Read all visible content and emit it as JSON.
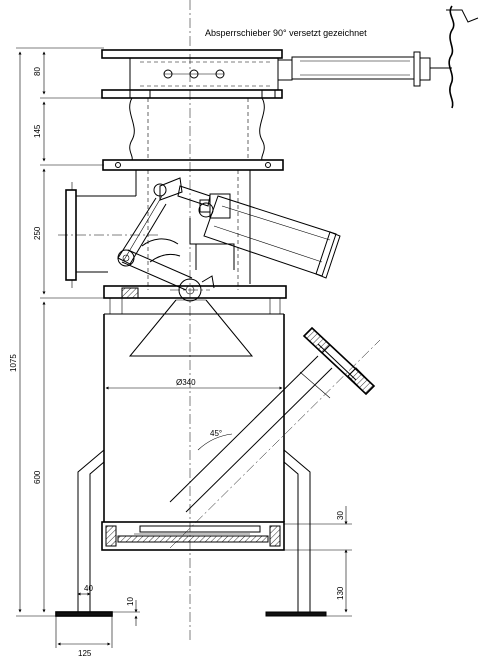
{
  "note": "Absperrschieber 90° versetzt gezeichnet",
  "dims": {
    "d80": "80",
    "d145": "145",
    "d250": "250",
    "d1075": "1075",
    "d600": "600",
    "d30": "30",
    "d130": "130",
    "d40": "40",
    "d10": "10",
    "d125": "125",
    "diam": "Ø340",
    "angle": "45°"
  }
}
